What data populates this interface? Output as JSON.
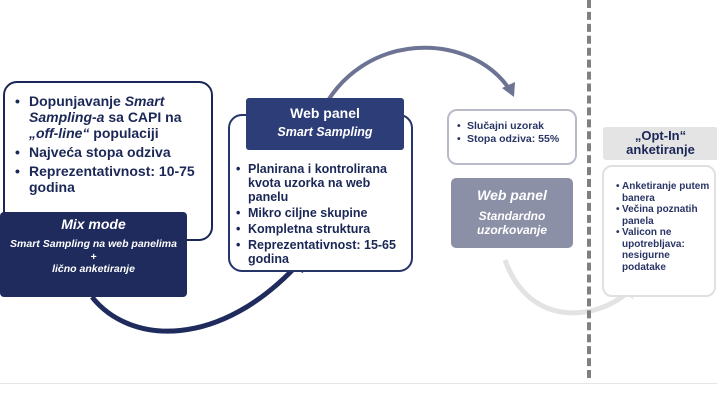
{
  "colors": {
    "navy": "#1e2b5c",
    "panel_blue": "#2c3d78",
    "slate": "#8b90a6",
    "light_gray": "#e4e4e4",
    "divider": "#808080"
  },
  "mix_mode": {
    "bullets": [
      {
        "parts": [
          {
            "text": "Dopunjavanje ",
            "italic": false
          },
          {
            "text": "Smart Sampling-a",
            "italic": true
          },
          {
            "text": " sa CAPI na ",
            "italic": false
          },
          {
            "text": "„off-line“",
            "italic": true
          },
          {
            "text": " populaciji",
            "italic": false
          }
        ]
      },
      {
        "parts": [
          {
            "text": "Najveća stopa odziva",
            "italic": false
          }
        ]
      },
      {
        "parts": [
          {
            "text": "Reprezentativnost: 10-75 godina",
            "italic": false
          }
        ]
      }
    ],
    "label_title": "Mix mode",
    "label_line1": "Smart Sampling na web panelima",
    "label_plus": "+",
    "label_line2": "lično anketiranje"
  },
  "web_panel_smart": {
    "label_title": "Web panel",
    "label_subtitle": "Smart Sampling",
    "bullets": [
      "Planirana i kontrolirana kvota uzorka na web panelu",
      "Mikro ciljne skupine",
      "Kompletna struktura",
      "Reprezentativnost: 15-65 godina"
    ]
  },
  "web_panel_standard": {
    "bullets": [
      "Slučajni uzorak",
      "Stopa odziva: 55%"
    ],
    "label_title": "Web panel",
    "label_subtitle": "Standardno uzorkovanje"
  },
  "opt_in": {
    "label_title": "„Opt-In“ anketiranje",
    "bullets": [
      "Anketiranje putem banera",
      "Večina poznatih panela",
      "Valicon ne upotrebljava: nesigurne podatake"
    ]
  }
}
